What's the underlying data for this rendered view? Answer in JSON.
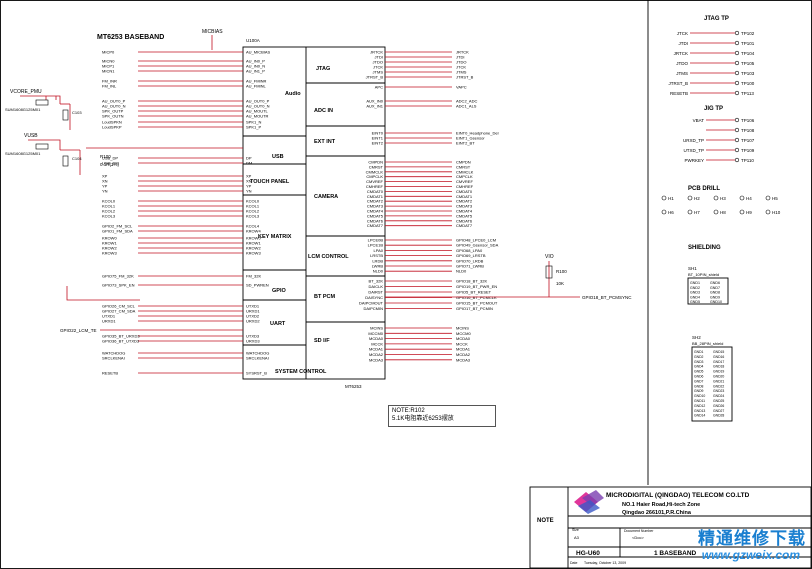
{
  "title": "MT6253 BASEBAND",
  "ic_top_label": "MICBIAS",
  "ic_ref": "U100A",
  "ic_part": "MT6253",
  "sections": [
    "Audio",
    "JTAG",
    "ADC IN",
    "EXT INT",
    "USB",
    "TOUCH PANEL",
    "CAMERA",
    "KEY MATRIX",
    "LCM CONTROL",
    "GPIO",
    "BT PCM",
    "UART",
    "SD I/F",
    "SYSTEM CONTROL"
  ],
  "left_nets": [
    {
      "net": "MICP0",
      "pin": "AU_MICBIAS"
    },
    {
      "net": "MICN0",
      "pin": "AU_IN0_P"
    },
    {
      "net": "MICP1",
      "pin": "AU_IN0_N"
    },
    {
      "net": "MICN1",
      "pin": "AU_IN1_P"
    },
    {
      "net": "FM_INR",
      "pin": "AU_FMINR"
    },
    {
      "net": "FM_INL",
      "pin": "AU_FMINL"
    },
    {
      "net": "AU_OUT0_P",
      "pin": "AU_OUT0_P"
    },
    {
      "net": "AU_OUT0_N",
      "pin": "AU_OUT0_N"
    },
    {
      "net": "SPK_OUTP",
      "pin": "AU_MOUTL"
    },
    {
      "net": "SPK_OUTN",
      "pin": "AU_MOUTR"
    },
    {
      "net": "LoudSPKN",
      "pin": "SPK1_N"
    },
    {
      "net": "LoudSPKP",
      "pin": "SPK1_P"
    },
    {
      "net": "USB_DP",
      "pin": "DP"
    },
    {
      "net": "USB_DM",
      "pin": "DM"
    },
    {
      "net": "XP",
      "pin": "XP"
    },
    {
      "net": "XN",
      "pin": "XN"
    },
    {
      "net": "YP",
      "pin": "YP"
    },
    {
      "net": "YN",
      "pin": "YN"
    },
    {
      "net": "KCOL0",
      "pin": "KCOL0"
    },
    {
      "net": "KCOL1",
      "pin": "KCOL1"
    },
    {
      "net": "KCOL2",
      "pin": "KCOL2"
    },
    {
      "net": "KCOL3",
      "pin": "KCOL3"
    },
    {
      "net": "GPIO2_FM_SCL",
      "pin": "KCOL4"
    },
    {
      "net": "GPIO1_FM_SDA",
      "pin": "KROW4"
    },
    {
      "net": "KROW0",
      "pin": "KROW0"
    },
    {
      "net": "KROW1",
      "pin": "KROW1"
    },
    {
      "net": "KROW2",
      "pin": "KROW2"
    },
    {
      "net": "KROW3",
      "pin": "KROW3"
    },
    {
      "net": "GPIO75_FM_32K",
      "pin": "FM_32K"
    },
    {
      "net": "GPIO73_SPK_EN",
      "pin": "SD_PWREN"
    },
    {
      "net": "GPIO26_CM_SCL",
      "pin": "UTXD1"
    },
    {
      "net": "GPIO27_CM_SDA",
      "pin": "URXD1"
    },
    {
      "net": "UTXD1",
      "pin": "UTXD2"
    },
    {
      "net": "URXD1",
      "pin": "URXD2"
    },
    {
      "net": "GPIO35_BT_URXD3",
      "pin": "UTXD3"
    },
    {
      "net": "GPIO36_BT_UTXD3",
      "pin": "URXD3"
    },
    {
      "net": "WATCHDOG",
      "pin": "WATCHDOG"
    },
    {
      "net": "SRCLKENAI",
      "pin": "SRCLKENAI"
    },
    {
      "net": "RESETB",
      "pin": "SYSRST_B"
    }
  ],
  "power_labels": [
    "VCORE_PMU",
    "VUSB",
    "SUM1608G125M01",
    "SUM1608G125M01",
    "R100",
    "0.1R(1%)",
    "C103",
    "C104"
  ],
  "left_extra_net": "GPIO22_LCM_TE",
  "right_nets": [
    {
      "pin": "JRTCK",
      "net": "JRTCK"
    },
    {
      "pin": "JTDI",
      "net": "JTDI"
    },
    {
      "pin": "JTDO",
      "net": "JTDO"
    },
    {
      "pin": "JTCK",
      "net": "JTCK"
    },
    {
      "pin": "JTMS",
      "net": "JTMS"
    },
    {
      "pin": "JTRST_B",
      "net": "JTRST_B"
    },
    {
      "pin": "APC",
      "net": "VAPC"
    },
    {
      "pin": "AUX_IN0",
      "net": "ADC2_ADC"
    },
    {
      "pin": "AUX_IN1",
      "net": "ADC1_ALS"
    },
    {
      "pin": "EINT0",
      "net": "EINT0_Headphone_Del"
    },
    {
      "pin": "EINT1",
      "net": "EINT1_Gsensor"
    },
    {
      "pin": "EINT2",
      "net": "EINT2_BT"
    },
    {
      "pin": "CMPDN",
      "net": "CMPDN"
    },
    {
      "pin": "CMRST",
      "net": "CMRST"
    },
    {
      "pin": "CMMCLK",
      "net": "CMMCLK"
    },
    {
      "pin": "CMPCLK",
      "net": "CMPCLK"
    },
    {
      "pin": "CMVREF",
      "net": "CMVREF"
    },
    {
      "pin": "CMHREF",
      "net": "CMHREF"
    },
    {
      "pin": "CMDAT0",
      "net": "CMDAT0"
    },
    {
      "pin": "CMDAT1",
      "net": "CMDAT1"
    },
    {
      "pin": "CMDAT2",
      "net": "CMDAT2"
    },
    {
      "pin": "CMDAT3",
      "net": "CMDAT3"
    },
    {
      "pin": "CMDAT4",
      "net": "CMDAT4"
    },
    {
      "pin": "CMDAT5",
      "net": "CMDAT5"
    },
    {
      "pin": "CMDAT6",
      "net": "CMDAT6"
    },
    {
      "pin": "CMDAT7",
      "net": "CMDAT7"
    },
    {
      "pin": "LPCE0B",
      "net": "GPIO48_LPCE0_LCM"
    },
    {
      "pin": "LPCE1B",
      "net": "GPIO49_Gsensor_SDA"
    },
    {
      "pin": "LPA0",
      "net": "GPIO68_LPA0"
    },
    {
      "pin": "LRSTB",
      "net": "GPIO69_LRSTB"
    },
    {
      "pin": "LRDB",
      "net": "GPIO70_LRDB"
    },
    {
      "pin": "LWRB",
      "net": "GPIO71_LWRB"
    },
    {
      "pin": "NLD0",
      "net": "NLD0"
    },
    {
      "pin": "BT_32K",
      "net": "GPIO18_BT_32K"
    },
    {
      "pin": "DAICLK",
      "net": "GPIO19_BT_PWR_EN"
    },
    {
      "pin": "DAIRST",
      "net": "GPIO5_BT_RESET"
    },
    {
      "pin": "DAISYNC",
      "net": "GPIO16_BT_PCMCLK"
    },
    {
      "pin": "DAIPCMOUT",
      "net": "GPIO15_BT_PCMOUT"
    },
    {
      "pin": "DAIPCMIN",
      "net": "GPIO17_BT_PCMIN"
    },
    {
      "pin": "MCINS",
      "net": "MCINS"
    },
    {
      "pin": "MCCM0",
      "net": "MCCM0"
    },
    {
      "pin": "MCDA0",
      "net": "MCDA0"
    },
    {
      "pin": "MCCK",
      "net": "MCCK"
    },
    {
      "pin": "MCDA1",
      "net": "MCDA1"
    },
    {
      "pin": "MCDA2",
      "net": "MCDA2"
    },
    {
      "pin": "MCDA3",
      "net": "MCDA3"
    }
  ],
  "bt_pcm_sync": "GPIO18_BT_PCMSYNC",
  "vio_label": "VIO",
  "r_label": "R100",
  "r_value": "10K",
  "jtag_tp": {
    "title": "JTAG TP",
    "items": [
      {
        "net": "JTCK",
        "tp": "TP102"
      },
      {
        "net": "JTDI",
        "tp": "TP101"
      },
      {
        "net": "JRTCK",
        "tp": "TP104"
      },
      {
        "net": "JTDO",
        "tp": "TP105"
      },
      {
        "net": "JTMS",
        "tp": "TP103"
      },
      {
        "net": "JTRST_B",
        "tp": "TP100"
      },
      {
        "net": "RESETB",
        "tp": "TP113"
      }
    ]
  },
  "jig_tp": {
    "title": "JIG TP",
    "items": [
      {
        "net": "VBAT",
        "tp": "TP106"
      },
      {
        "net": "",
        "tp": "TP108"
      },
      {
        "net": "URXD_TP",
        "tp": "TP107"
      },
      {
        "net": "UTXD_TP",
        "tp": "TP109"
      },
      {
        "net": "PWRKEY",
        "tp": "TP110"
      }
    ]
  },
  "pcb_drill": {
    "title": "PCB DRILL",
    "items": [
      "H1",
      "H2",
      "H3",
      "H4",
      "H5",
      "H6",
      "H7",
      "H8",
      "H9",
      "H10"
    ]
  },
  "shielding": {
    "title": "SHIELDING",
    "sh1_ref": "SH1",
    "sh1_part": "BT_10PIN_shield",
    "sh1_pins": [
      "GND1",
      "GND2",
      "GND3",
      "GND4",
      "GND5",
      "GND6",
      "GND7",
      "GND8",
      "GND9",
      "GND10"
    ],
    "sh2_ref": "SH2",
    "sh2_part": "BB_28PIN_shield",
    "sh2_pins": [
      "GND1",
      "GND2",
      "GND3",
      "GND4",
      "GND5",
      "GND6",
      "GND7",
      "GND8",
      "GND9",
      "GND10",
      "GND11",
      "GND12",
      "GND13",
      "GND14",
      "GND15",
      "GND16",
      "GND17",
      "GND18",
      "GND19",
      "GND20",
      "GND21",
      "GND22",
      "GND23",
      "GND24",
      "GND25",
      "GND26",
      "GND27",
      "GND28"
    ]
  },
  "note_box": {
    "line1": "NOTE:R102",
    "line2": "5.1K电阻靠近6253摆放"
  },
  "title_block": {
    "company": "MICRODIGITAL (QINGDAO) TELECOM CO.LTD",
    "address1": "NO.1 Haier Road,Hi-tech Zone",
    "address2": "Qingdao 266101,P.R.China",
    "note_label": "NOTE",
    "size_label": "Size",
    "size_value": "A3",
    "docnum_label": "Document Number",
    "docnum_value": "<Doc>",
    "model": "HG-U60",
    "sheet_title": "1 BASEBAND",
    "date_label": "Date",
    "date_value": "Tuesday, October 13, 2009"
  },
  "watermark": {
    "cn": "精通维修下载",
    "url": "www.gzweix.com"
  },
  "colors": {
    "wire": "#c01020",
    "text": "#000000",
    "watermark": "#1a7fd0"
  }
}
